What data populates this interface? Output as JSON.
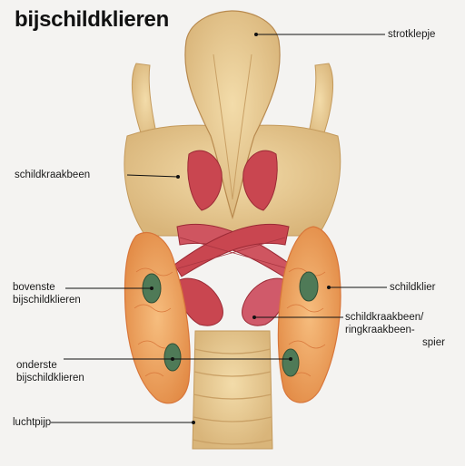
{
  "title": "bijschildklieren",
  "labels": {
    "strotklepje": "strotklepje",
    "schildkraakbeen": "schildkraakbeen",
    "bovenste_1": "bovenste",
    "bovenste_2": "bijschildklieren",
    "schildklier": "schildklier",
    "spier_1": "schildkraakbeen/",
    "spier_2": "ringkraakbeen-",
    "spier_3": "spier",
    "onderste_1": "onderste",
    "onderste_2": "bijschildklieren",
    "luchtpijp": "luchtpijp"
  },
  "colors": {
    "background": "#f4f3f1",
    "cartilage": "#e9cf98",
    "cartilage_shade": "#cfa86a",
    "muscle": "#c94650",
    "muscle_dark": "#9b2a35",
    "thyroid": "#f1a866",
    "thyroid_edge": "#d8763a",
    "parathyroid": "#4f7a57",
    "leader_line": "#111111"
  }
}
